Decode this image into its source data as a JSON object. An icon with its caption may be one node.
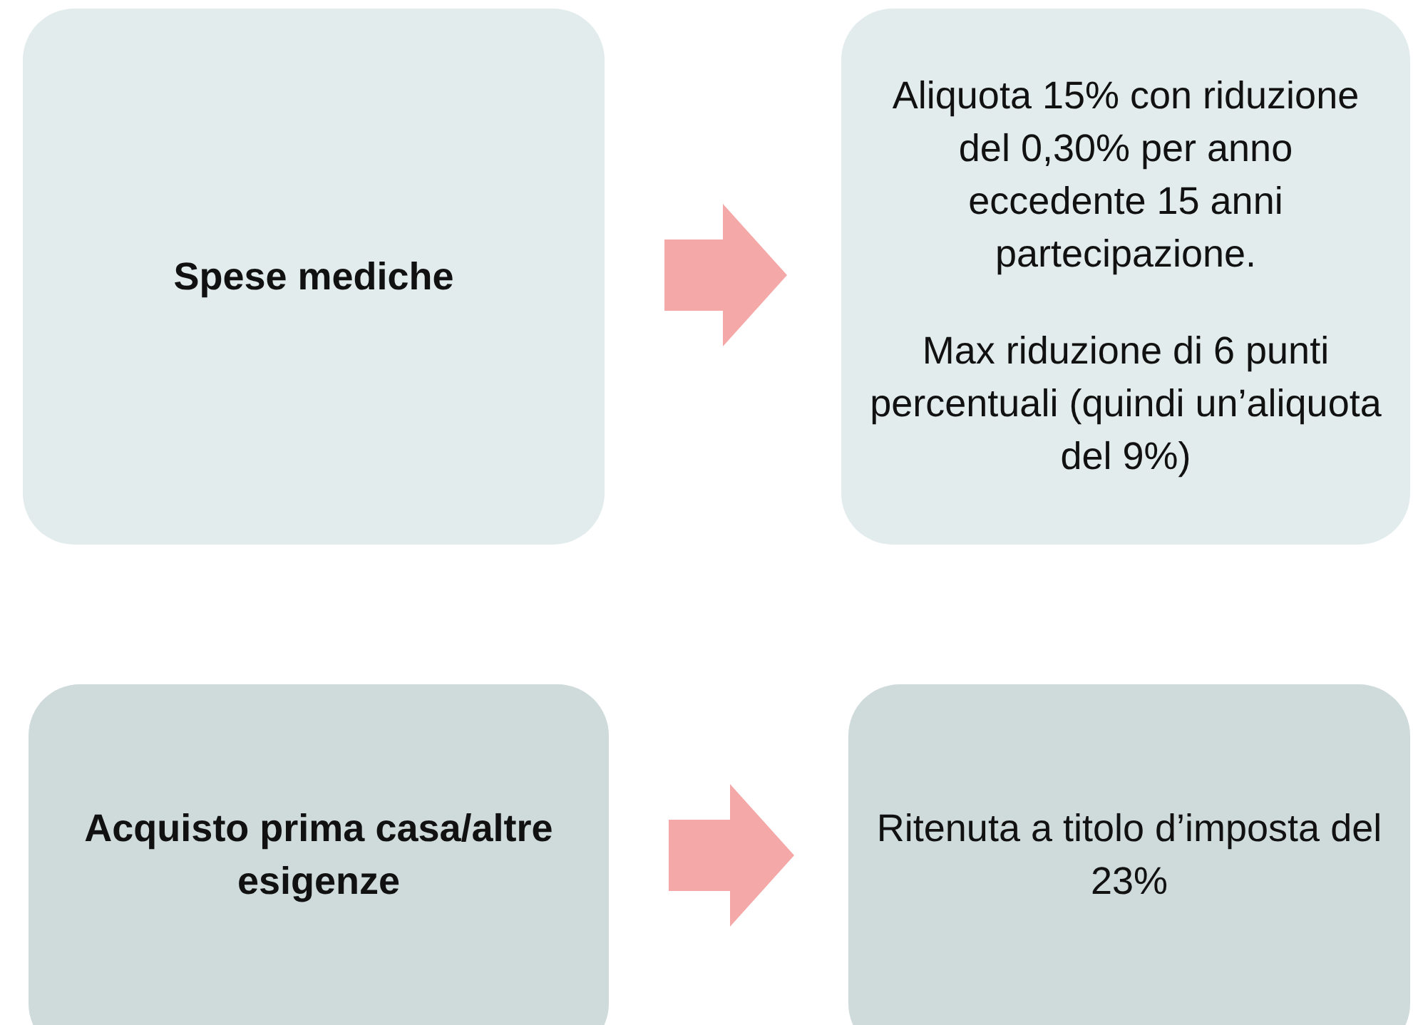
{
  "diagram": {
    "nodes": [
      {
        "text": [
          "Spese mediche"
        ]
      },
      {
        "text": [
          "Aliquota 15% con riduzione del 0,30% per anno eccedente 15 anni partecipazione.",
          "Max riduzione di 6 punti percentuali (quindi un’aliquota del 9%)"
        ]
      },
      {
        "text": [
          "Acquisto prima casa/altre esigenze"
        ]
      },
      {
        "text": [
          "Ritenuta a titolo d’imposta del 23%"
        ]
      }
    ],
    "edges": [
      {
        "from": 0,
        "to": 1,
        "arrow": "to"
      },
      {
        "from": 2,
        "to": 3,
        "arrow": "to"
      }
    ]
  }
}
